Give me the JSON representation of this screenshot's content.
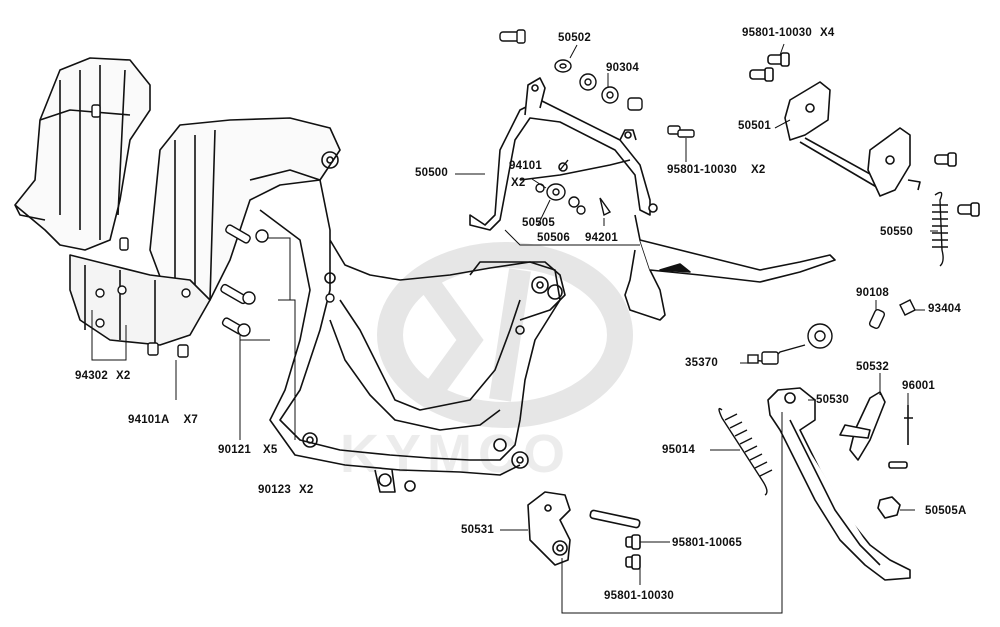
{
  "watermark": "KYMCO",
  "colors": {
    "line": "#111111",
    "watermark": "#e6e6e6",
    "background": "#ffffff"
  },
  "labels": {
    "l50502": "50502",
    "l90304": "90304",
    "l95801_x4": "95801-10030",
    "l95801_x4_qty": "X4",
    "l50501": "50501",
    "l50500": "50500",
    "l94101": "94101",
    "l94101_qty": "X2",
    "l95801_x2": "95801-10030",
    "l95801_x2_qty": "X2",
    "l50505": "50505",
    "l50506": "50506",
    "l94201": "94201",
    "l50550": "50550",
    "l90108": "90108",
    "l93404": "93404",
    "l35370": "35370",
    "l50532": "50532",
    "l96001": "96001",
    "l50530": "50530",
    "l95014": "95014",
    "l50505A": "50505A",
    "l50531": "50531",
    "l95801_10065": "95801-10065",
    "l95801_bottom": "95801-10030",
    "l94302": "94302",
    "l94302_qty": "X2",
    "l94101A": "94101A",
    "l94101A_qty": "X7",
    "l90121": "90121",
    "l90121_qty": "X5",
    "l90123": "90123",
    "l90123_qty": "X2"
  }
}
